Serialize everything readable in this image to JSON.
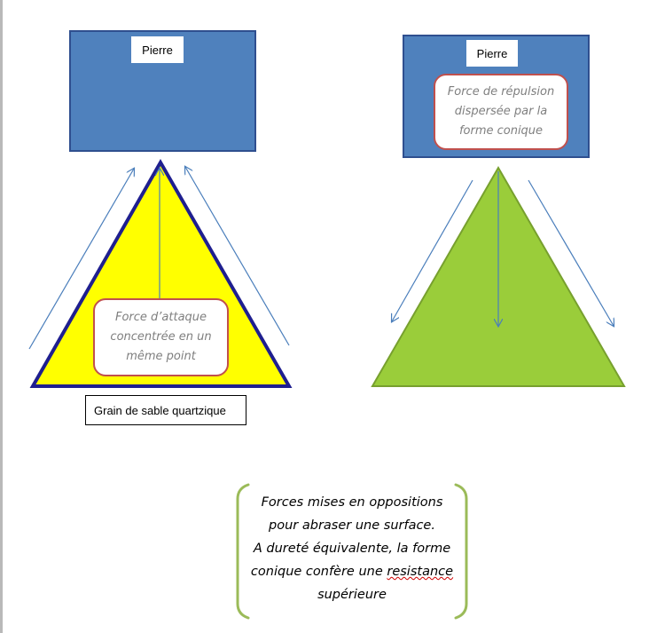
{
  "left": {
    "stone_label": "Pierre",
    "callout_lines": [
      "Force d’attaque",
      "concentrée en un",
      "même point"
    ],
    "caption": "Grain de sable quartzique",
    "triangle_fill": "#ffff00",
    "triangle_stroke": "#1f1f8f"
  },
  "right": {
    "stone_label": "Pierre",
    "callout_lines": [
      "Force de répulsion",
      "dispersée par la",
      "forme conique"
    ],
    "triangle_fill": "#9acd3a",
    "triangle_stroke": "#77a02e"
  },
  "stone_color": "#4f81bd",
  "stone_border": "#2f4f8f",
  "arrow_color": "#4a7ebb",
  "callout_border": "#c0504d",
  "summary": {
    "line1": "Forces mises en oppositions",
    "line2": "pour abraser une surface.",
    "line3": "A dureté équivalente, la forme",
    "line4_a": "conique confère une ",
    "line4_b": "resistance",
    "line5": "supérieure",
    "bracket_color": "#9bbb59"
  }
}
